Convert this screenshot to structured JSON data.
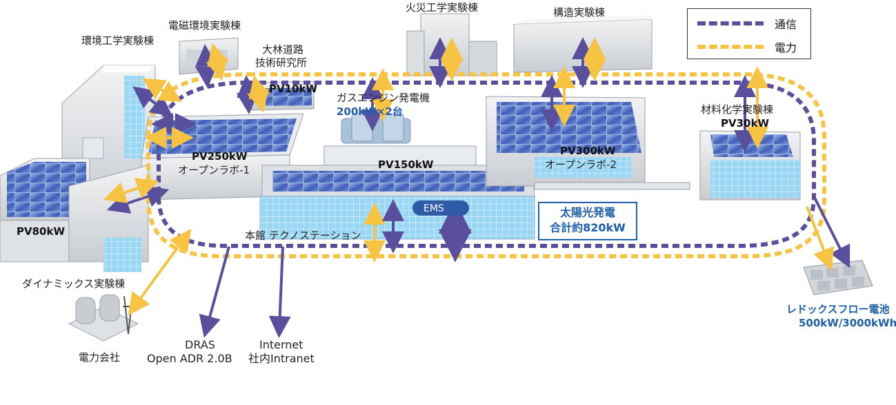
{
  "legend": {
    "comm_label": "通信",
    "power_label": "電力",
    "comm_color": "#5a4f9c",
    "power_color": "#f7c343"
  },
  "labels": {
    "kankyo": "環境工学実験棟",
    "denji": "電磁環境実験棟",
    "obayashi_1": "大林道路",
    "obayashi_2": "技術研究所",
    "kasai": "火災工学実験棟",
    "kozo": "構造実験棟",
    "zairyo": "材料化学実験棟",
    "gas_engine": "ガスエンジン発電機",
    "gas_capacity": "200kW×2台",
    "pv10": "PV10kW",
    "pv250": "PV250kW",
    "openlab1": "オープンラボ-1",
    "pv150": "PV150kW",
    "pv300": "PV300kW",
    "openlab2": "オープンラボ-2",
    "pv30": "PV30kW",
    "pv80": "PV80kW",
    "ems": "EMS",
    "honkan": "本館 テクノステーション",
    "dynamics": "ダイナミックス実験棟",
    "utility": "電力会社",
    "dras_1": "DRAS",
    "dras_2": "Open ADR 2.0B",
    "internet_1": "Internet",
    "internet_2": "社内Intranet",
    "solar_total_1": "太陽光発電",
    "solar_total_2": "合計約820kW",
    "redox_1": "レドックスフロー電池",
    "redox_2": "500kW/3000kWh"
  }
}
